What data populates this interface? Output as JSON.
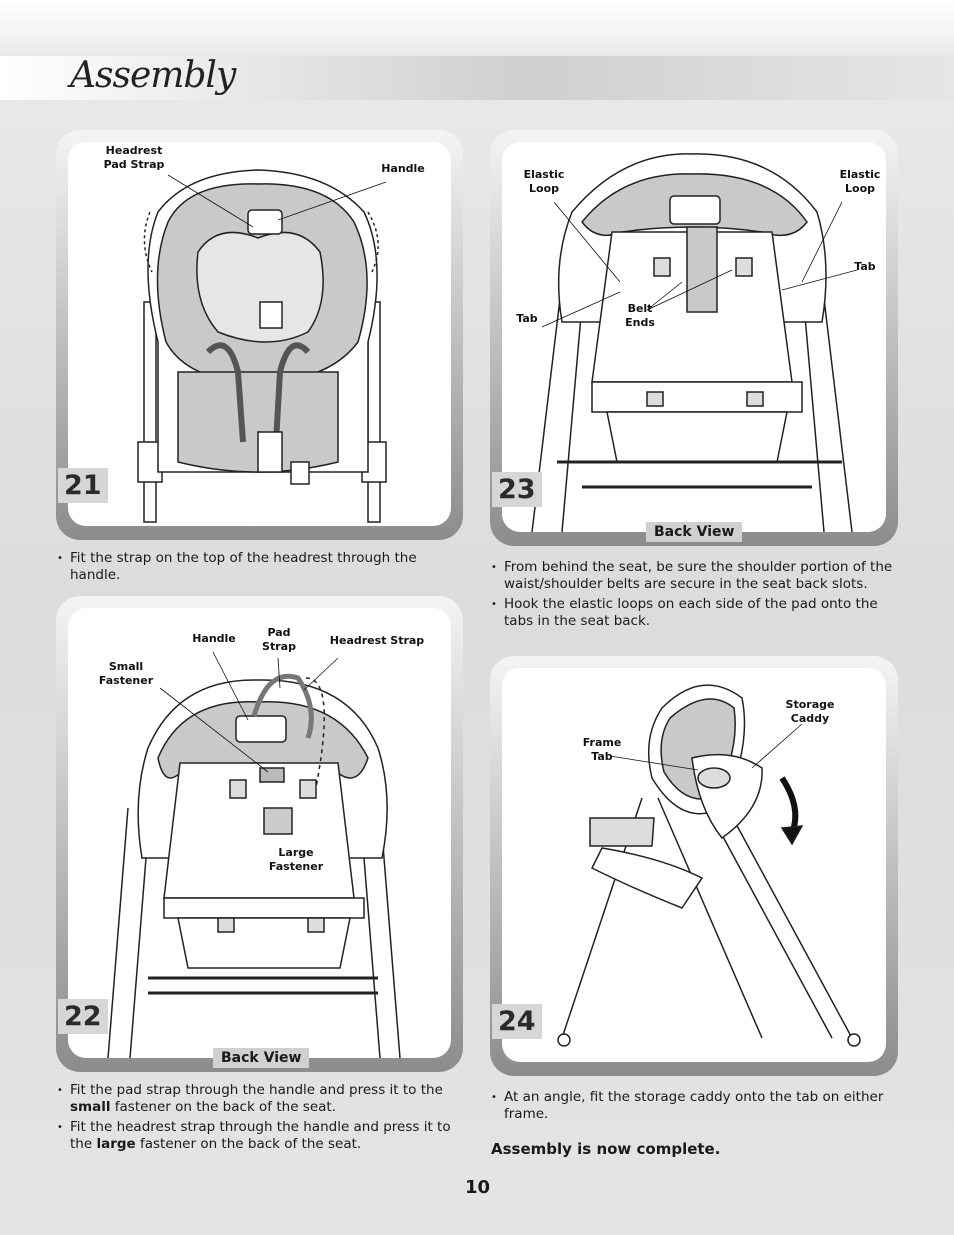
{
  "header": {
    "title": "Assembly"
  },
  "steps": {
    "s21": {
      "number": "21",
      "callouts": {
        "headrest_pad_strap": "Headrest\nPad Strap",
        "handle": "Handle"
      },
      "instructions": [
        "Fit the strap on the top of the headrest through the handle."
      ]
    },
    "s22": {
      "number": "22",
      "view_label": "Back View",
      "callouts": {
        "handle": "Handle",
        "pad_strap": "Pad\nStrap",
        "headrest_strap": "Headrest Strap",
        "small_fastener": "Small\nFastener",
        "large_fastener": "Large\nFastener"
      },
      "instructions": [
        {
          "before": "Fit the pad strap through the handle and press it to the ",
          "bold": "small",
          "after": " fastener on the back of the seat."
        },
        {
          "before": "Fit the headrest strap through the handle and press it to the ",
          "bold": "large",
          "after": " fastener on the back of the seat."
        }
      ]
    },
    "s23": {
      "number": "23",
      "view_label": "Back View",
      "callouts": {
        "elastic_loop_left": "Elastic\nLoop",
        "elastic_loop_right": "Elastic\nLoop",
        "tab_right": "Tab",
        "tab_left": "Tab",
        "belt_ends": "Belt\nEnds"
      },
      "instructions": [
        "From behind the seat, be sure the shoulder portion of the waist/shoulder belts are secure in the seat back slots.",
        "Hook the elastic loops on each side of the pad onto the tabs in the seat back."
      ]
    },
    "s24": {
      "number": "24",
      "callouts": {
        "storage_caddy": "Storage\nCaddy",
        "frame_tab": "Frame\nTab"
      },
      "instructions": [
        "At an angle, fit the storage caddy onto the tab on either frame."
      ]
    }
  },
  "footer": {
    "complete_text": "Assembly is now complete.",
    "page_number": "10"
  }
}
